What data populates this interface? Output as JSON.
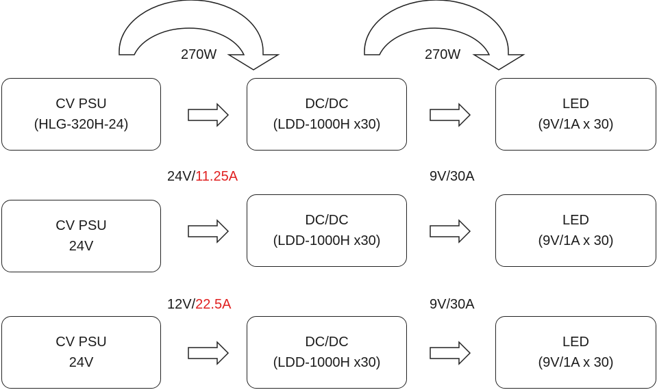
{
  "power_labels": [
    "270W",
    "270W"
  ],
  "rows": [
    {
      "psu": {
        "line1": "CV PSU",
        "line2": "(HLG-320H-24)"
      },
      "dcdc": {
        "line1": "DC/DC",
        "line2": "(LDD-1000H x30)"
      },
      "led": {
        "line1": "LED",
        "line2": "(9V/1A x 30)"
      }
    },
    {
      "psu": {
        "line1": "CV PSU",
        "line2": "24V"
      },
      "dcdc": {
        "line1": "DC/DC",
        "line2": "(LDD-1000H x30)"
      },
      "led": {
        "line1": "LED",
        "line2": "(9V/1A x 30)"
      },
      "input_label": {
        "voltage": "24V/",
        "current": "11.25A"
      },
      "output_label": "9V/30A"
    },
    {
      "psu": {
        "line1": "CV PSU",
        "line2": "24V"
      },
      "dcdc": {
        "line1": "DC/DC",
        "line2": "(LDD-1000H x30)"
      },
      "led": {
        "line1": "LED",
        "line2": "(9V/1A x 30)"
      },
      "input_label": {
        "voltage": "12V/",
        "current": "22.5A"
      },
      "output_label": "9V/30A"
    }
  ],
  "colors": {
    "highlight": "#e02020",
    "stroke": "#222222"
  }
}
